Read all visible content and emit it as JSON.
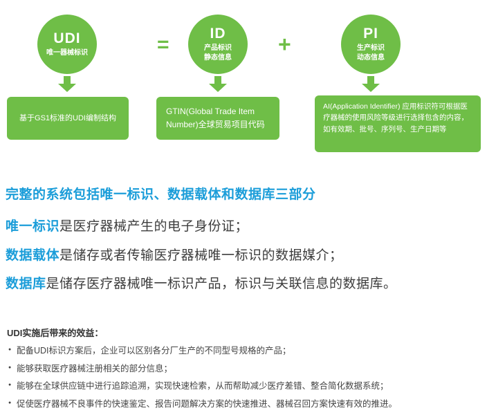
{
  "diagram": {
    "nodes": [
      {
        "abbr": "UDI",
        "label": "唯一器械标识",
        "box": "基于GS1标准的UDI编制结构"
      },
      {
        "abbr": "ID",
        "label": "产品标识\n静态信息",
        "box": "GTIN(Global Trade Item Number)全球贸易项目代码"
      },
      {
        "abbr": "PI",
        "label": "生产标识\n动态信息",
        "box": "AI(Application Identifier) 应用标识符可根据医疗器械的使用风险等级进行选择包含的内容，如有效期、批号、序列号、生产日期等"
      }
    ],
    "operators": [
      "=",
      "+"
    ]
  },
  "system": {
    "heading": "完整的系统包括唯一标识、数据载体和数据库三部分",
    "items": [
      {
        "term": "唯一标识",
        "desc": "是医疗器械产生的电子身份证；"
      },
      {
        "term": "数据载体",
        "desc": "是储存或者传输医疗器械唯一标识的数据媒介；"
      },
      {
        "term": "数据库",
        "desc": "是储存医疗器械唯一标识产品，标识与关联信息的数据库。"
      }
    ]
  },
  "benefits": {
    "heading": "UDI实施后带来的效益：",
    "items": [
      "配备UDI标识方案后，企业可以区别各分厂生产的不同型号规格的产品；",
      "能够获取医疗器械注册相关的部分信息；",
      "能够在全球供应链中进行追踪追溯，实现快速检索，从而帮助减少医疗差错、整合简化数据系统；",
      "促使医疗器械不良事件的快速鉴定、报告问题解决方案的快速推进、器械召回方案快速有效的推进。"
    ]
  },
  "colors": {
    "green": "#6fbe47",
    "blue": "#1b9dd9"
  }
}
